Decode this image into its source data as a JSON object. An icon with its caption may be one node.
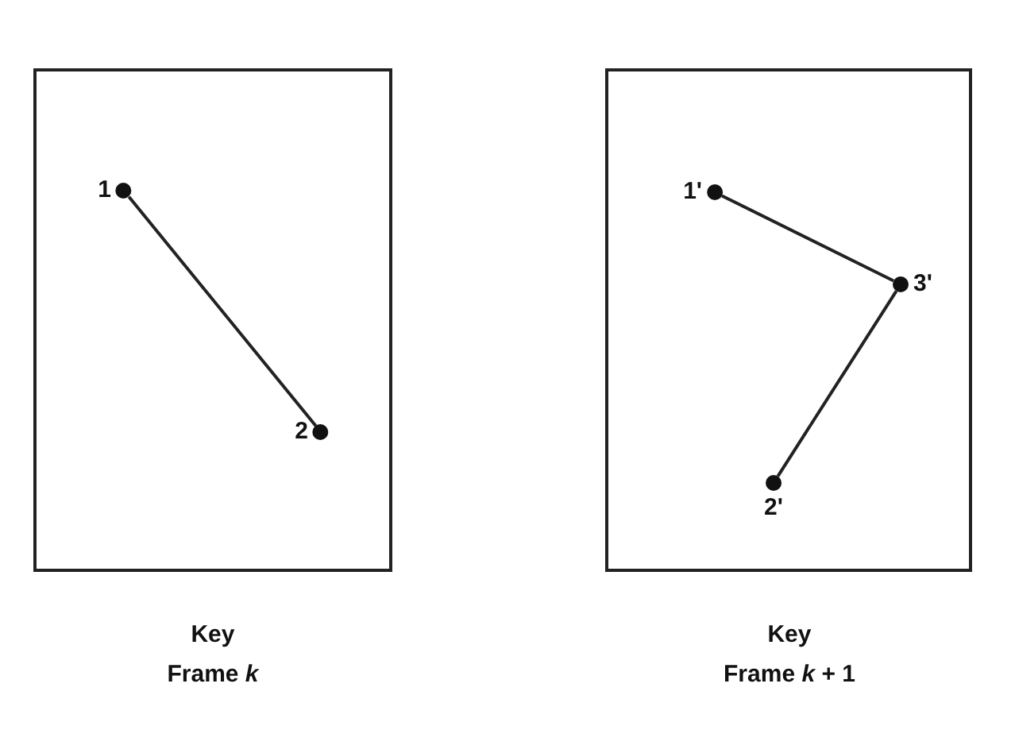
{
  "diagram": {
    "nodes": [
      {
        "text": [],
        "shape": "box",
        "beside": [
          "Key Frame *k*"
        ]
      },
      {
        "text": [
          "1"
        ],
        "in": 0
      },
      {
        "text": [
          "2"
        ],
        "in": 0
      },
      {
        "text": [],
        "shape": "box",
        "beside": [
          "Key Frame *k* + 1"
        ]
      },
      {
        "text": [
          "1'"
        ],
        "in": 3
      },
      {
        "text": [
          "3'"
        ],
        "in": 3
      },
      {
        "text": [
          "2'"
        ],
        "in": 3
      }
    ],
    "edges": [
      {
        "from": 1,
        "to": 2,
        "arrow": "none"
      },
      {
        "from": 4,
        "to": 5,
        "arrow": "none"
      },
      {
        "from": 5,
        "to": 6,
        "arrow": "none"
      }
    ]
  }
}
